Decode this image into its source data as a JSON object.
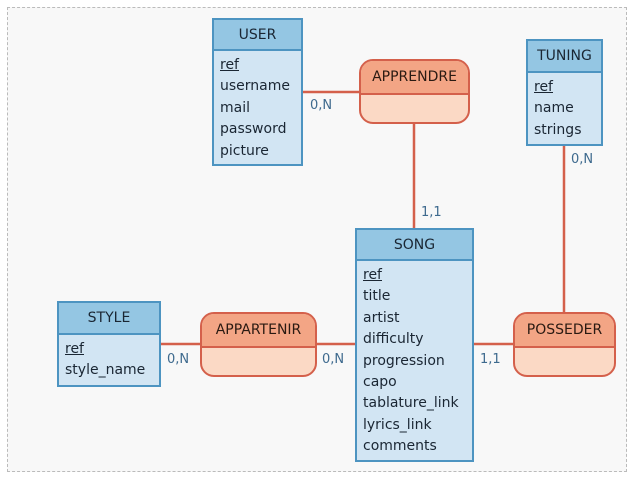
{
  "colors": {
    "entity_fill": "#d2e5f3",
    "entity_header": "#94c6e3",
    "entity_border": "#4d94c1",
    "association_fill": "#fbd9c5",
    "association_header": "#f3a585",
    "association_border": "#d4604b",
    "link_line": "#d4604b",
    "cardinality_text": "#3e6a8e"
  },
  "entities": {
    "user": {
      "name": "USER",
      "attributes": [
        "ref",
        "username",
        "mail",
        "password",
        "picture"
      ]
    },
    "tuning": {
      "name": "TUNING",
      "attributes": [
        "ref",
        "name",
        "strings"
      ]
    },
    "song": {
      "name": "SONG",
      "attributes": [
        "ref",
        "title",
        "artist",
        "difficulty",
        "progression",
        "capo",
        "tablature_link",
        "lyrics_link",
        "comments"
      ]
    },
    "style": {
      "name": "STYLE",
      "attributes": [
        "ref",
        "style_name"
      ]
    }
  },
  "associations": {
    "apprendre": {
      "name": "APPRENDRE"
    },
    "appartenir": {
      "name": "APPARTENIR"
    },
    "posseder": {
      "name": "POSSEDER"
    }
  },
  "cardinalities": {
    "user_apprendre": "0,N",
    "song_apprendre": "1,1",
    "tuning_posseder": "0,N",
    "style_appartenir": "0,N",
    "song_appartenir": "0,N",
    "song_posseder": "1,1"
  }
}
